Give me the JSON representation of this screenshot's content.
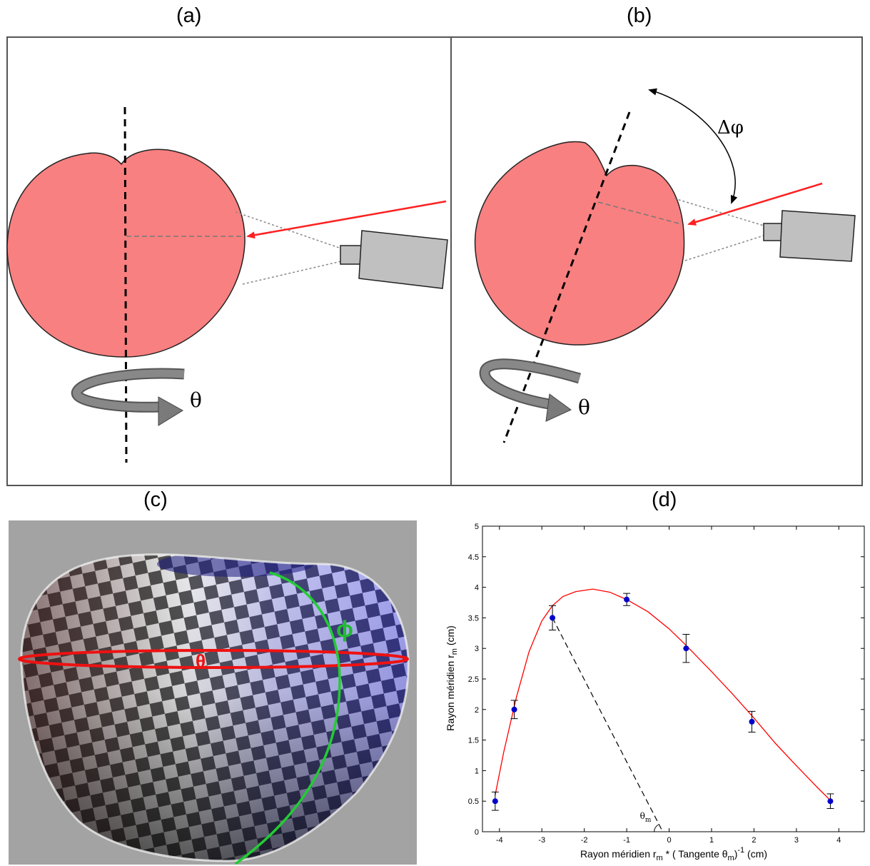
{
  "panels": {
    "a": {
      "label": "(a)",
      "theta_symbol": "θ"
    },
    "b": {
      "label": "(b)",
      "theta_symbol": "θ",
      "delta_phi_symbol": "Δφ"
    },
    "c": {
      "label": "(c)",
      "theta_symbol": "θ",
      "phi_symbol": "ϕ"
    },
    "d": {
      "label": "(d)"
    }
  },
  "colors": {
    "object_fill": "#f98080",
    "laser_arrow": "#ff2020",
    "camera_fill": "#c0c0c0",
    "fit_curve": "#ff0000",
    "points": "#0000cc",
    "theta_ring": "#ee1111",
    "phi_meridian": "#22cc33"
  },
  "chart_data": {
    "type": "scatter",
    "xlabel": "Rayon méridien r",
    "xlabel_sub": "m",
    "xlabel_mid": " * ( Tangente θ",
    "xlabel_sub2": "m",
    "xlabel_end": ")",
    "xlabel_sup": "-1",
    "xlabel_unit": "(cm)",
    "ylabel": "Rayon méridien r",
    "ylabel_sub": "m",
    "ylabel_unit": "(cm)",
    "xlim": [
      -4.4,
      4.6
    ],
    "ylim": [
      0,
      5
    ],
    "xticks": [
      "-4",
      "-3",
      "-2",
      "-1",
      "0",
      "1",
      "2",
      "3",
      "4"
    ],
    "yticks": [
      "0",
      "0.5",
      "1",
      "1.5",
      "2",
      "2.5",
      "3",
      "3.5",
      "4",
      "4.5",
      "5"
    ],
    "points": [
      {
        "x": -4.1,
        "y": 0.5,
        "err": 0.15
      },
      {
        "x": -3.65,
        "y": 2.0,
        "err": 0.15
      },
      {
        "x": -2.75,
        "y": 3.5,
        "err": 0.2
      },
      {
        "x": -1.0,
        "y": 3.8,
        "err": 0.1
      },
      {
        "x": 0.4,
        "y": 3.0,
        "err": 0.23
      },
      {
        "x": 1.95,
        "y": 1.8,
        "err": 0.17
      },
      {
        "x": 3.8,
        "y": 0.5,
        "err": 0.12
      }
    ],
    "fit_curve": [
      [
        -4.1,
        0.6
      ],
      [
        -3.9,
        1.3
      ],
      [
        -3.6,
        2.2
      ],
      [
        -3.3,
        2.95
      ],
      [
        -3.0,
        3.45
      ],
      [
        -2.75,
        3.7
      ],
      [
        -2.5,
        3.85
      ],
      [
        -2.2,
        3.93
      ],
      [
        -1.8,
        3.97
      ],
      [
        -1.4,
        3.92
      ],
      [
        -1.0,
        3.8
      ],
      [
        -0.5,
        3.6
      ],
      [
        0.0,
        3.32
      ],
      [
        0.4,
        3.05
      ],
      [
        1.0,
        2.62
      ],
      [
        1.5,
        2.25
      ],
      [
        2.0,
        1.86
      ],
      [
        2.5,
        1.45
      ],
      [
        3.0,
        1.08
      ],
      [
        3.5,
        0.72
      ],
      [
        3.85,
        0.48
      ]
    ],
    "tangent_line": [
      [
        -2.75,
        3.5
      ],
      [
        -0.15,
        0.0
      ]
    ],
    "angle_label": "θ",
    "angle_label_sub": "m"
  }
}
